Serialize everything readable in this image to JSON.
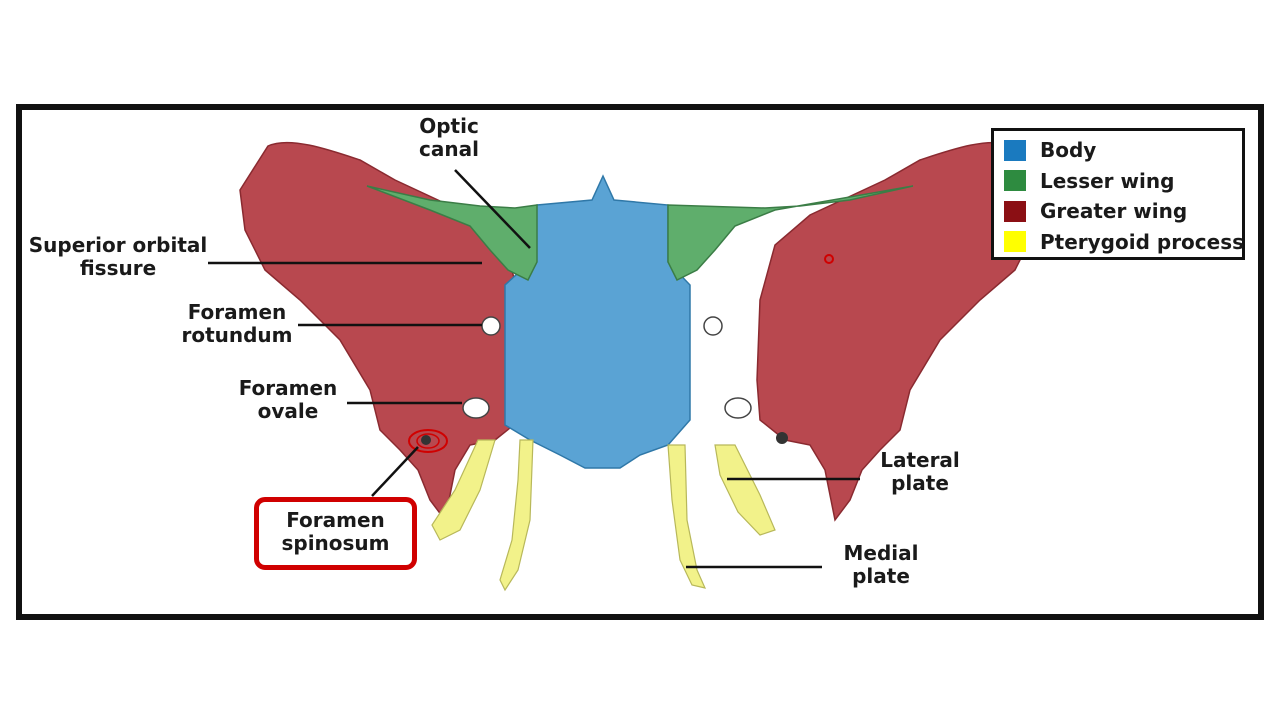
{
  "legend": {
    "items": [
      {
        "label": "Body",
        "color": "#1a7abf"
      },
      {
        "label": "Lesser wing",
        "color": "#2e8b40"
      },
      {
        "label": "Greater wing",
        "color": "#8b0f14"
      },
      {
        "label": "Pterygoid process",
        "color": "#ffff00"
      }
    ]
  },
  "labels": {
    "optic_canal": [
      "Optic",
      "canal"
    ],
    "superior_orbital_fissure": [
      "Superior orbital",
      "fissure"
    ],
    "foramen_rotundum": [
      "Foramen",
      "rotundum"
    ],
    "foramen_ovale": [
      "Foramen",
      "ovale"
    ],
    "foramen_spinosum": [
      "Foramen",
      "spinosum"
    ],
    "lateral_plate": [
      "Lateral",
      "plate"
    ],
    "medial_plate": [
      "Medial",
      "plate"
    ]
  },
  "colors": {
    "body": "#5aa3d4",
    "body_stroke": "#2f78a8",
    "lesser_wing": "#5fae6c",
    "greater_wing": "#b8484f",
    "greater_wing_stroke": "#8a2a30",
    "pterygoid": "#f2f28a",
    "highlight": "#d00000"
  }
}
